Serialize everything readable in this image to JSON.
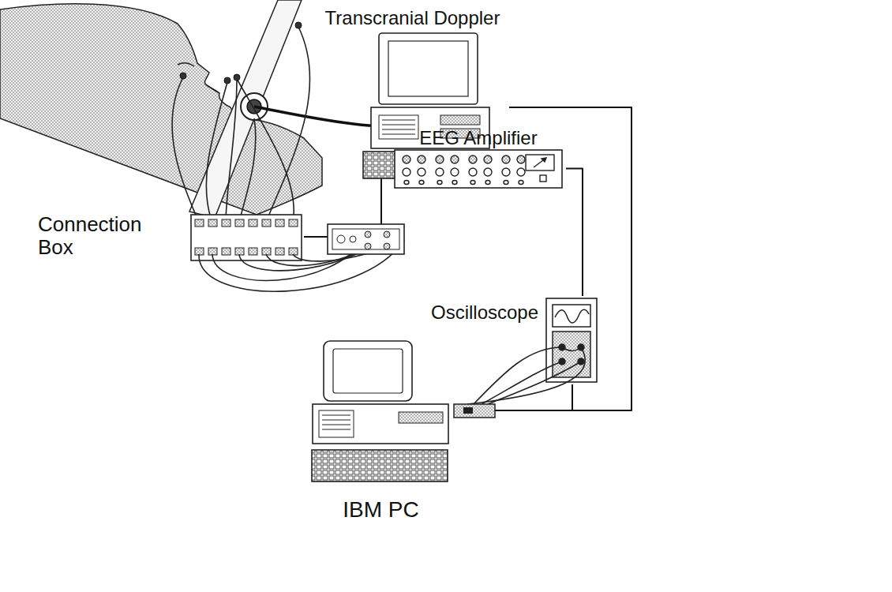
{
  "diagram": {
    "nodes": [
      {
        "text": [
          "Transcranial Doppler"
        ]
      },
      {
        "text": [
          "Connection Box"
        ]
      },
      {
        "text": [
          "EEG Amplifier"
        ]
      },
      {
        "text": [
          "Oscilloscope"
        ]
      },
      {
        "text": [
          "IBM PC"
        ]
      }
    ],
    "edges": [
      {
        "from": 1,
        "to": 2,
        "arrow": "none"
      },
      {
        "from": 2,
        "to": 3,
        "arrow": "none"
      },
      {
        "from": 0,
        "to": 4,
        "arrow": "none"
      },
      {
        "from": 3,
        "to": 4,
        "arrow": "none"
      }
    ]
  }
}
